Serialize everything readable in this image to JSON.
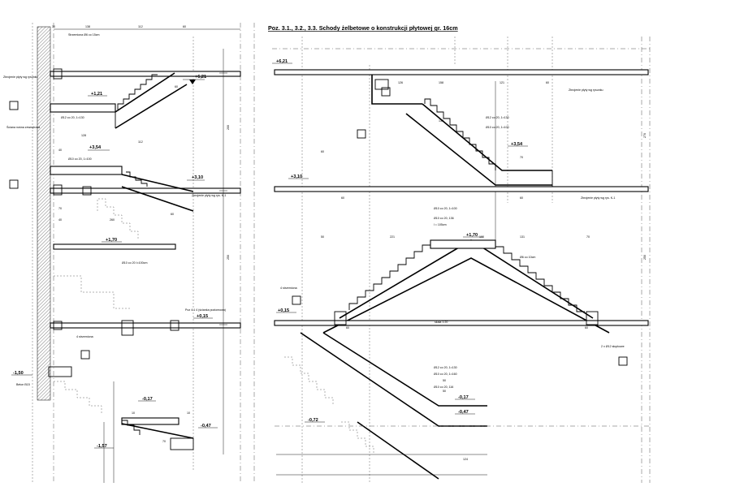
{
  "title": "Poz. 3.1., 3.2., 3.3. Schody żelbetowe o konstrukcji płytowej gr. 16cm",
  "left_section": {
    "levels": [
      "+6,21",
      "+3,54",
      "+3,10",
      "+1,70",
      "+0,15",
      "-0,17",
      "-0,47",
      "-1,50",
      "-1,57",
      "+1,21"
    ],
    "dimensions": [
      "30",
      "138",
      "112",
      "60",
      "112",
      "60",
      "128",
      "60",
      "260",
      "200",
      "250",
      "40",
      "70",
      "40",
      "10",
      "10",
      "70"
    ],
    "notes": [
      "Ściana nośna zewnętrzna",
      "Zbrojenie płyty wg rysunku",
      "Strzemiona Ø6 co 15cm",
      "Ø12 co 20, 1=130",
      "Ø10 co 20, 1=100",
      "Ø10 co 20 I=100cm",
      "Zbrojenie płyty wg rys. K-1",
      "4 strzemiona",
      "Poz 4.1 4 (ścianka poziomowa)",
      "Beton B15"
    ]
  },
  "right_section": {
    "levels": [
      "+6,21",
      "+3,54",
      "+3,10",
      "+1,70",
      "+0,15",
      "-0,17",
      "-0,47",
      "-0,72"
    ],
    "dimensions": [
      "126",
      "158",
      "121",
      "60",
      "70",
      "60",
      "221",
      "131",
      "100",
      "50",
      "70",
      "60",
      "60",
      "130",
      "270",
      "250",
      "60",
      "60",
      "124",
      "50",
      "50"
    ],
    "notes": [
      "Zbrojenie płyty wg rysunku",
      "Ø12 co 20, 1=130",
      "Ø10 co 20, 1=100",
      "Ø10 co 20, 136",
      "l = 105cm",
      "Ø6 co 10cm",
      "4 strzemiona",
      "Ø12 co 20, 1=130",
      "Ø10 co 20, 1=160",
      "Ø10 co 20, 1=100",
      "Ø10 co 20, 116",
      "2 x Ø12 słupkowe",
      "skala 1:20",
      "Zbrojenie płyty wg rys. K-1"
    ]
  }
}
